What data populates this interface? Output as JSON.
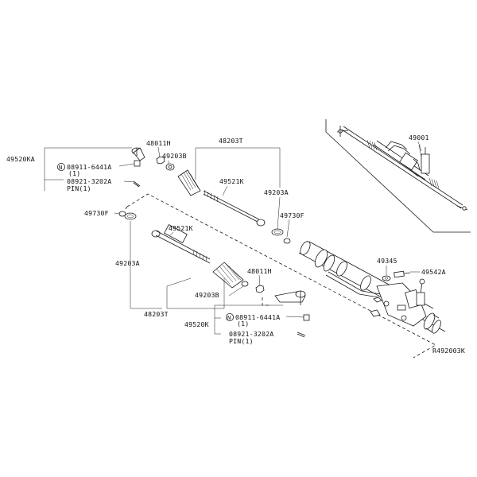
{
  "labels": {
    "l_49001": "49001",
    "l_49520KA": "49520KA",
    "l_48011H_top": "48011H",
    "l_48203T_top": "48203T",
    "l_49203B_top": "49203B",
    "l_N_top": "N",
    "l_08911_top": "08911-6441A",
    "l_qty1_top": "(1)",
    "l_08921_top": "08921-3202A",
    "l_pin_top": "PIN(1)",
    "l_49521K_top": "49521K",
    "l_49203A_top": "49203A",
    "l_49730F_left": "49730F",
    "l_49730F_right": "49730F",
    "l_49521K_bottom": "49521K",
    "l_49203A_left": "49203A",
    "l_49345": "49345",
    "l_49542A": "49542A",
    "l_48011H_bottom": "48011H",
    "l_49203B_bottom": "49203B",
    "l_48203T_bottom": "48203T",
    "l_49520K": "49520K",
    "l_N_bottom": "N",
    "l_08911_bottom": "08911-6441A",
    "l_qty1_bottom": "(1)",
    "l_08921_bottom": "08921-3202A",
    "l_pin_bottom": "PIN(1)",
    "l_ref": "R492003K"
  },
  "colors": {
    "line": "#1a1a1a",
    "background": "#ffffff",
    "text": "#111111"
  }
}
